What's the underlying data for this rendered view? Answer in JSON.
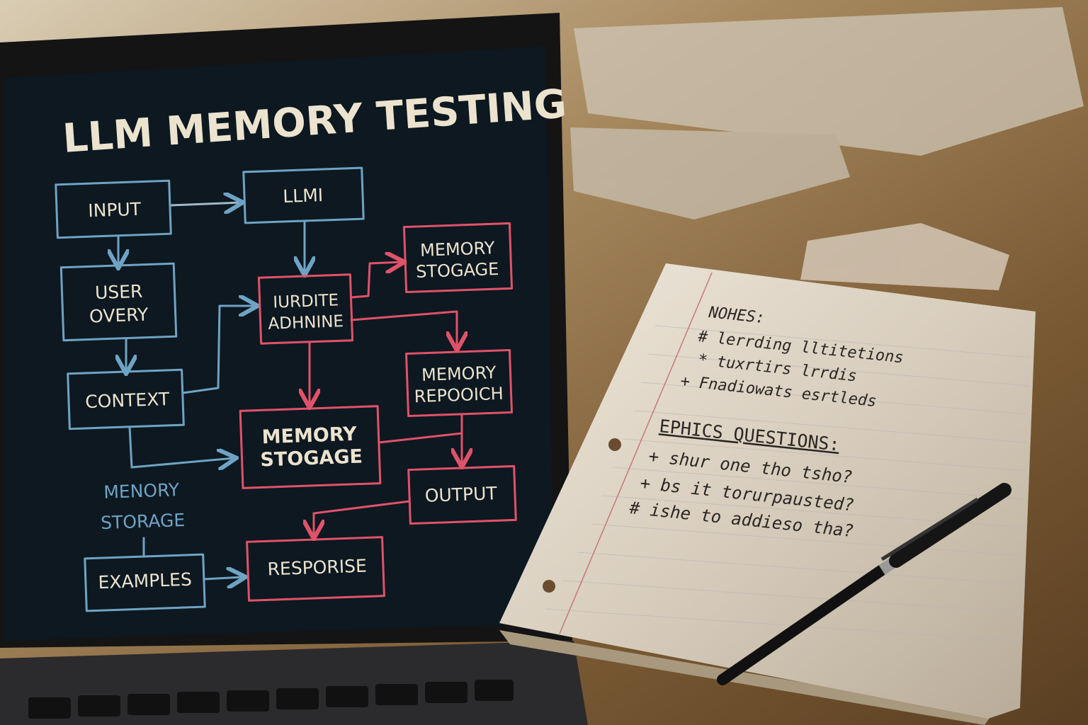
{
  "screen": {
    "title": "LLM MEMORY TESTING",
    "nodes": {
      "input": "INPUT",
      "llm": "LLMI",
      "user_query": [
        "USER",
        "OVERY"
      ],
      "context": "CONTEXT",
      "update_engine": [
        "IURDITE",
        "ADHNINE"
      ],
      "memory_storage_top": [
        "MEMORY",
        "STOGAGE"
      ],
      "memory_repooich": [
        "MEMORY",
        "REPOOICH"
      ],
      "memory_storage_mid": [
        "MEMORY",
        "STOGAGE"
      ],
      "output": "OUTPUT",
      "menory_storage_label": [
        "MENORY",
        "STORAGE"
      ],
      "examples": "EXAMPLES",
      "response": "RESPORISE"
    },
    "colors": {
      "blue": "#6fa3c4",
      "red": "#e0526a",
      "screen": "#0d1820"
    }
  },
  "notebook": {
    "notes_heading": "NOHES:",
    "notes": [
      "# lerrding lltitetions",
      "* tuxrtirs lrrdis",
      "+ Fnadiowats esrtleds"
    ],
    "questions_heading": "EPHICS QUESTIONS:",
    "questions": [
      "+ shur one tho tsho?",
      "+ bs it torurpausted?",
      "# ishe to addieso tha?"
    ]
  }
}
